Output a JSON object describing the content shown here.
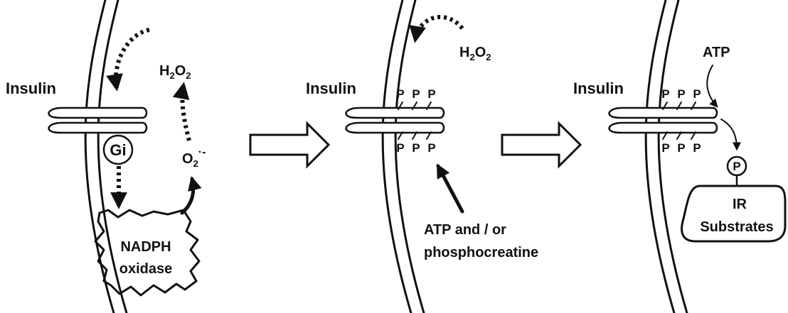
{
  "panels": [
    {
      "insulin": "Insulin",
      "gi": "Gi",
      "h2o2": {
        "base_1": "H",
        "sub_1": "2",
        "base_2": "O",
        "sub_2": "2"
      },
      "superoxide": {
        "base": "O",
        "sub": "2",
        "sup": "·-"
      },
      "nadph_line1": "NADPH",
      "nadph_line2": "oxidase"
    },
    {
      "insulin": "Insulin",
      "h2o2": {
        "base_1": "H",
        "sub_1": "2",
        "base_2": "O",
        "sub_2": "2"
      },
      "p_top": [
        "P",
        "P",
        "P"
      ],
      "p_bottom": [
        "P",
        "P",
        "P"
      ],
      "atp_line1": "ATP and / or",
      "atp_line2": "phosphocreatine"
    },
    {
      "insulin": "Insulin",
      "atp": "ATP",
      "p_top": [
        "P",
        "P",
        "P"
      ],
      "p_bottom": [
        "P",
        "P",
        "P"
      ],
      "p_circle": "P",
      "ir_line1": "IR",
      "ir_line2": "Substrates"
    }
  ]
}
